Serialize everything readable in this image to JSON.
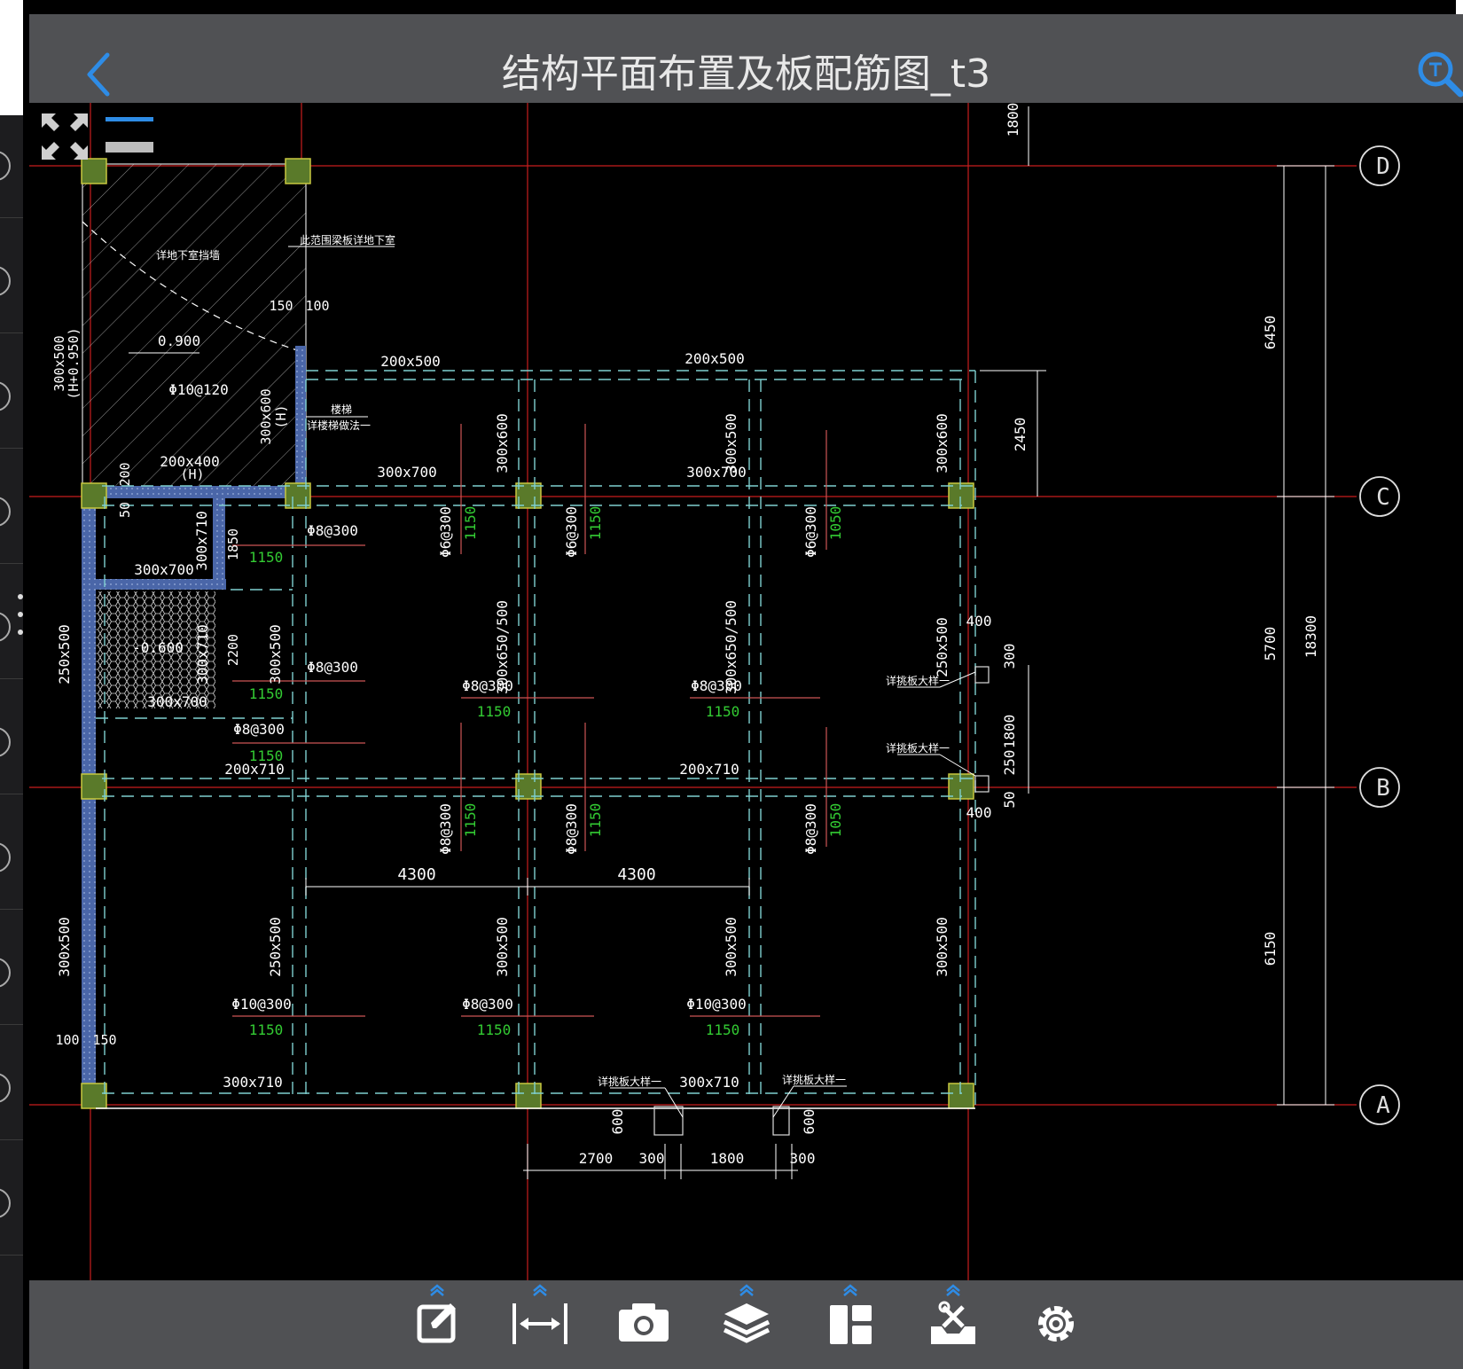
{
  "header": {
    "title": "结构平面布置及板配筋图_t3",
    "back_icon": "chevron-left-icon",
    "search_icon": "text-search-icon"
  },
  "colors": {
    "accent": "#2e8ce6",
    "bar_bg": "#505154",
    "canvas_bg": "#000000",
    "axis_line": "#c81e1e",
    "beam_dash": "#7fd0d0",
    "wall": "#5a78b4",
    "text_white": "#ffffff",
    "text_green": "#33cc33"
  },
  "drawing": {
    "axes": [
      "D",
      "C",
      "B",
      "A"
    ],
    "dimensions_right": [
      "1800",
      "6450",
      "2450",
      "5700",
      "18300",
      "6150",
      "300",
      "1800",
      "250",
      "50",
      "400",
      "400"
    ],
    "spans_bottom": [
      "4300",
      "4300"
    ],
    "dims_bottom": [
      "2700",
      "300",
      "1800",
      "300",
      "600",
      "600"
    ],
    "beams": [
      "200x500",
      "200x500",
      "300x700",
      "300x700",
      "300x700",
      "300x700",
      "200x710",
      "200x710",
      "300x710",
      "300x710",
      "300x600",
      "300x600",
      "300x500",
      "300x650/500",
      "300x650/500",
      "250x500",
      "300x500",
      "250x500",
      "300x500",
      "300x500",
      "300x500",
      "250x500",
      "300x500",
      "300x710",
      "300x710",
      "200x400",
      "300x500",
      "300x500\n(H+0.950)",
      "300x600\n(H)",
      "300x710\n(H)"
    ],
    "rebar": [
      "Φ8@300",
      "Φ8@300",
      "Φ8@300",
      "Φ8@300",
      "Φ8@300",
      "Φ8@300",
      "Φ10@300",
      "Φ10@300",
      "Φ10@120",
      "Φ6@300",
      "Φ6@300",
      "Φ6@300",
      "Φ8@300",
      "Φ8@300",
      "Φ8@300"
    ],
    "green_dims": [
      "1150",
      "1150",
      "1150",
      "1150",
      "1150",
      "1150",
      "1150",
      "1150",
      "1150",
      "1150",
      "1150",
      "1150",
      "1050",
      "1050"
    ],
    "elevations": [
      "0.900",
      "-0.600"
    ],
    "misc_dims": [
      "150",
      "100",
      "200",
      "50",
      "1850",
      "2200",
      "100",
      "150"
    ],
    "notes": [
      "此范围梁板详地下室",
      "详地下室挡墙",
      "楼梯",
      "详楼梯做法一",
      "详挑板大样一",
      "详挑板大样一",
      "详挑板大样一",
      "详挑板大样一"
    ]
  },
  "toolbar": {
    "fullscreen_icon": "fullscreen-icon",
    "layout_toggle_icon": "bars-toggle-icon",
    "tools": [
      {
        "name": "annotate",
        "icon": "edit-icon",
        "has_expand": true
      },
      {
        "name": "measure",
        "icon": "measure-icon",
        "has_expand": true
      },
      {
        "name": "screenshot",
        "icon": "camera-icon",
        "has_expand": false
      },
      {
        "name": "layers",
        "icon": "layers-icon",
        "has_expand": true
      },
      {
        "name": "layout",
        "icon": "layout-icon",
        "has_expand": true
      },
      {
        "name": "tools",
        "icon": "toolbox-icon",
        "has_expand": true
      },
      {
        "name": "settings",
        "icon": "gear-icon",
        "has_expand": false
      }
    ]
  }
}
